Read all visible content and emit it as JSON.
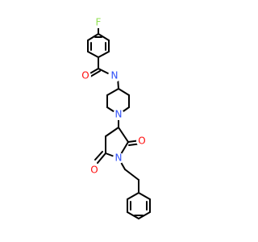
{
  "molecule": {
    "background": "#ffffff",
    "bond_color": "#000000",
    "atom_colors": {
      "F": "#90e050",
      "O": "#ff0d0d",
      "N": "#2f50f8"
    },
    "labels": {
      "fluorine": "F",
      "amide_oxygen": "O",
      "amide_nitrogen_h": "N",
      "piperidine_nitrogen": "N",
      "pyrrolidine_nitrogen": "N",
      "oxo_oxygen_right": "O",
      "oxo_oxygen_left": "O"
    }
  }
}
